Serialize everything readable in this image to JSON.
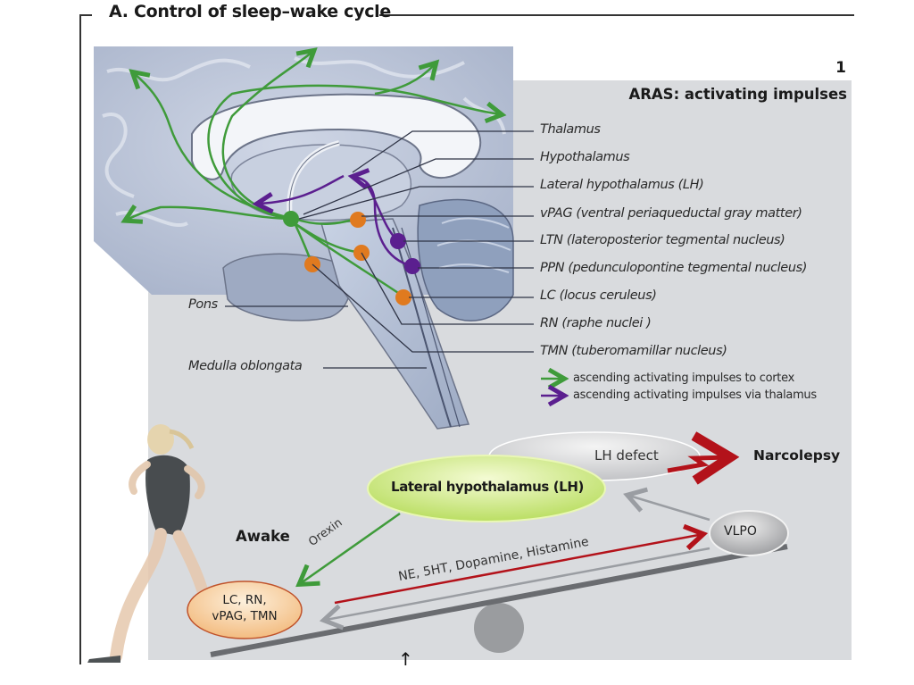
{
  "figure": {
    "title": "A. Control of sleep–wake cycle",
    "number": "1",
    "section_title": "ARAS: activating impulses"
  },
  "structure_labels": [
    {
      "id": "thalamus",
      "text": "Thalamus"
    },
    {
      "id": "hypothalamus",
      "text": "Hypothalamus"
    },
    {
      "id": "lh",
      "text": "Lateral  hypothalamus (LH)"
    },
    {
      "id": "vpag",
      "text": "vPAG (ventral periaqueductal gray matter)"
    },
    {
      "id": "ltn",
      "text": "LTN (lateroposterior tegmental nucleus)"
    },
    {
      "id": "ppn",
      "text": "PPN (pedunculopontine tegmental nucleus)"
    },
    {
      "id": "lc",
      "text": "LC (locus ceruleus)"
    },
    {
      "id": "rn",
      "text": "RN (raphe nuclei )"
    },
    {
      "id": "tmn",
      "text": "TMN (tuberomamillar nucleus)"
    }
  ],
  "brainstem_labels": {
    "pons": "Pons",
    "medulla": "Medulla oblongata"
  },
  "legend": [
    {
      "color": "#3f9b3a",
      "text": "ascending activating impulses to cortex"
    },
    {
      "color": "#5b1f8f",
      "text": "ascending activating impulses via thalamus"
    }
  ],
  "colors": {
    "green_pathway": "#3f9b3a",
    "purple_pathway": "#5b1f8f",
    "orange_nucleus": "#e07a1f",
    "red_arrow": "#b3121a",
    "gray_arrow": "#9a9da2",
    "panel_bg": "#d9dbde",
    "brain_bg": "#b9c3d6"
  },
  "scheme": {
    "lh_node": "Lateral hypothalamus (LH)",
    "lh_defect": "LH defect",
    "narcolepsy": "Narcolepsy",
    "vlpo": "VLPO",
    "awake": "Awake",
    "orexin": "Orexin",
    "neurotransmitters": "NE, 5HT, Dopamine, Histamine",
    "nuclei_node_line1": "LC, RN,",
    "nuclei_node_line2": "vPAG, TMN",
    "bottom_arrow": "↑"
  }
}
